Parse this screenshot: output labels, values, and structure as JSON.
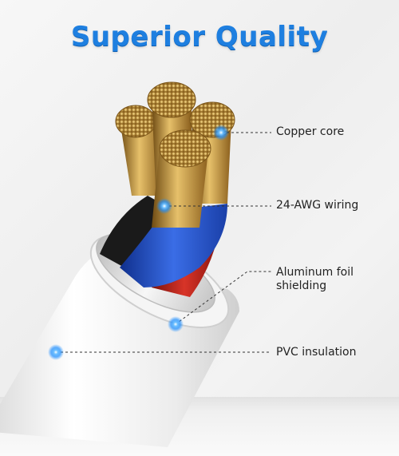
{
  "headline": "Superior Quality",
  "labels": {
    "copper_core": "Copper core",
    "awg_wiring": "24-AWG wiring",
    "aluminum_foil": "Aluminum foil shielding",
    "pvc_insulation": "PVC insulation"
  },
  "colors": {
    "headline": "#1e7fe0",
    "copper": "#c9a24a",
    "blue_wire": "#2f5ed8",
    "red_wire": "#c0271f",
    "jacket": "#f2f2f2",
    "marker": "#1a8cff"
  },
  "icons": {
    "marker": "glowing-dot-icon"
  }
}
